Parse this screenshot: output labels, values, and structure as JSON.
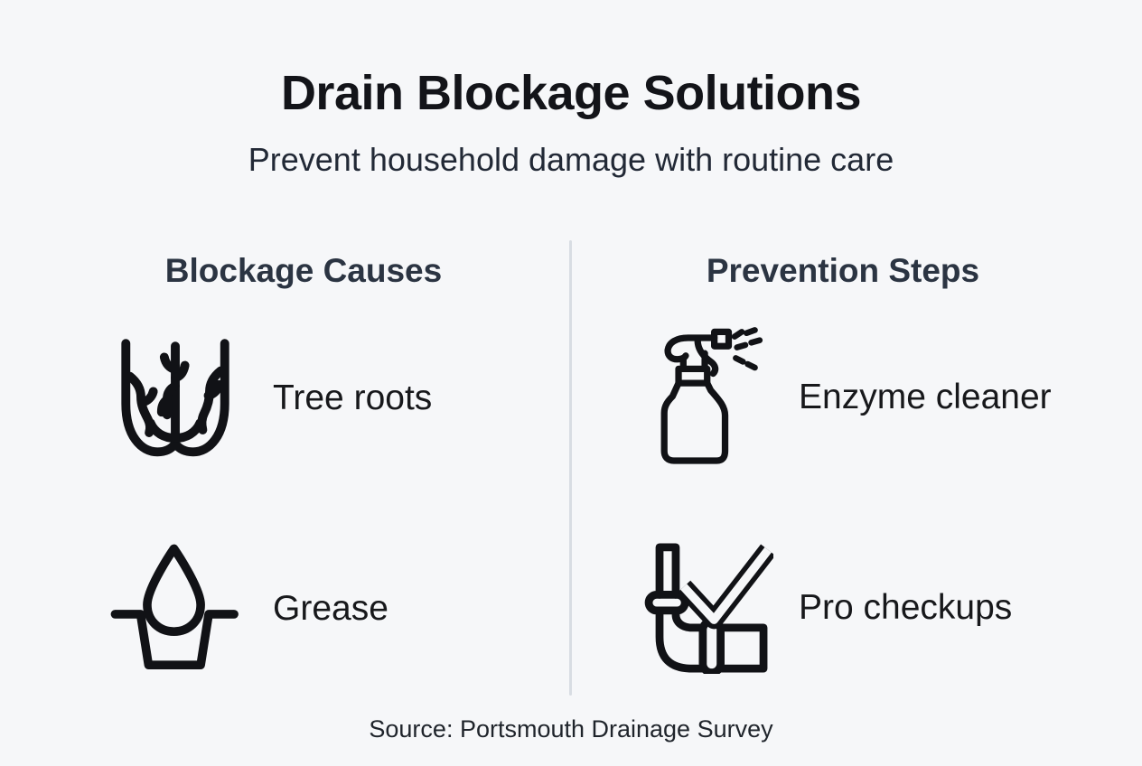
{
  "title": "Drain Blockage Solutions",
  "subtitle": "Prevent household damage with routine care",
  "columns": [
    {
      "header": "Blockage Causes",
      "items": [
        {
          "icon": "tree-roots-icon",
          "label": "Tree roots"
        },
        {
          "icon": "grease-drop-icon",
          "label": "Grease"
        }
      ]
    },
    {
      "header": "Prevention Steps",
      "items": [
        {
          "icon": "spray-bottle-icon",
          "label": "Enzyme cleaner"
        },
        {
          "icon": "pipe-check-icon",
          "label": "Pro checkups"
        }
      ]
    }
  ],
  "source": "Source: Portsmouth Drainage Survey",
  "colors": {
    "background": "#f6f7f9",
    "ink": "#111216",
    "title": "#131419",
    "subtitle": "#222936",
    "heading": "#2b3442",
    "label": "#17181b",
    "source": "#1f242b",
    "divider": "#d8dde3"
  }
}
